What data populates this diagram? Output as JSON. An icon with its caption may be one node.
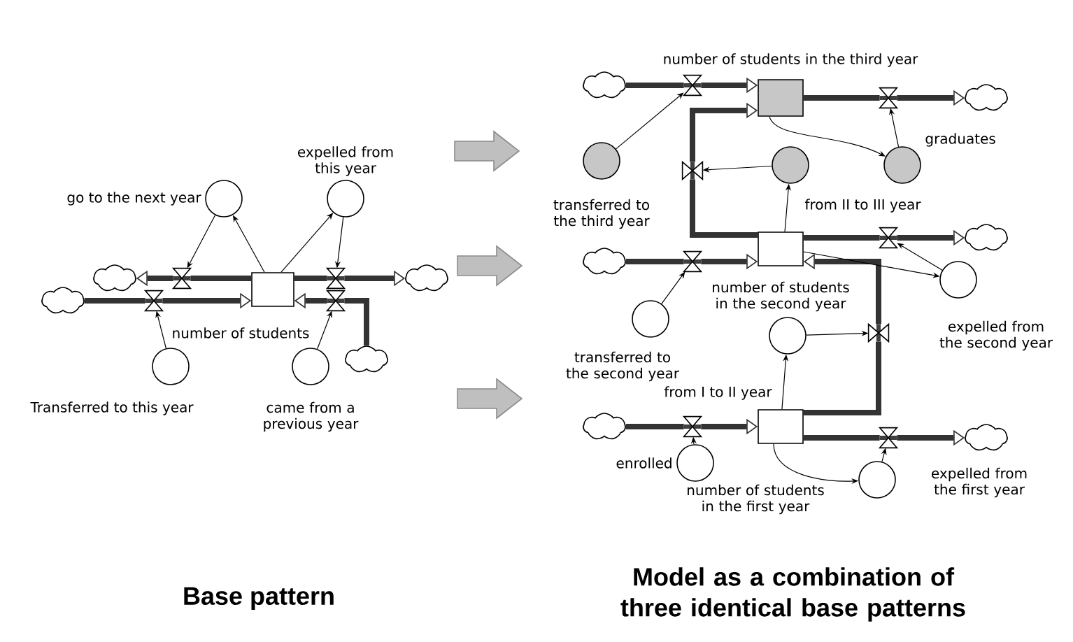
{
  "diagram": {
    "nodes": [
      {
        "text": [
          "number of students"
        ]
      },
      {
        "text": [],
        "shape": "cloud"
      },
      {
        "text": [],
        "shape": "cloud"
      },
      {
        "text": [],
        "shape": "cloud"
      },
      {
        "text": [],
        "shape": "cloud"
      },
      {
        "text": [],
        "shape": "valve"
      },
      {
        "text": [],
        "shape": "valve"
      },
      {
        "text": [],
        "shape": "valve"
      },
      {
        "text": [],
        "shape": "valve"
      },
      {
        "text": [
          "go to the next year"
        ]
      },
      {
        "text": [
          "expelled from this year"
        ]
      },
      {
        "text": [
          "Transferred to this year"
        ]
      },
      {
        "text": [
          "came from a previous year"
        ]
      },
      {
        "text": [
          "number of students in the third year"
        ]
      },
      {
        "text": [
          "number of students in the second year"
        ]
      },
      {
        "text": [
          "number of students in the first year"
        ]
      },
      {
        "text": [],
        "shape": "cloud"
      },
      {
        "text": [],
        "shape": "cloud"
      },
      {
        "text": [],
        "shape": "cloud"
      },
      {
        "text": [],
        "shape": "cloud"
      },
      {
        "text": [],
        "shape": "cloud"
      },
      {
        "text": [],
        "shape": "cloud"
      },
      {
        "text": [],
        "shape": "valve"
      },
      {
        "text": [],
        "shape": "valve"
      },
      {
        "text": [],
        "shape": "valve"
      },
      {
        "text": [],
        "shape": "valve"
      },
      {
        "text": [],
        "shape": "valve"
      },
      {
        "text": [],
        "shape": "valve"
      },
      {
        "text": [],
        "shape": "valve"
      },
      {
        "text": [],
        "shape": "valve"
      },
      {
        "text": [
          "transferred to the third year"
        ]
      },
      {
        "text": [
          "from II to III year"
        ]
      },
      {
        "text": [
          "graduates"
        ]
      },
      {
        "text": [
          "transferred to the second year"
        ]
      },
      {
        "text": [
          "expelled from the second year"
        ]
      },
      {
        "text": [
          "from I to II year"
        ]
      },
      {
        "text": [
          "enrolled"
        ]
      },
      {
        "text": [
          "expelled from the first year"
        ]
      }
    ],
    "edges": [
      {
        "from": 0,
        "to": 5,
        "arrow": "none"
      },
      {
        "from": 5,
        "to": 1,
        "arrow": "to"
      },
      {
        "from": 2,
        "to": 6,
        "arrow": "none"
      },
      {
        "from": 6,
        "to": 0,
        "arrow": "to"
      },
      {
        "from": 0,
        "to": 7,
        "arrow": "none"
      },
      {
        "from": 7,
        "to": 3,
        "arrow": "to"
      },
      {
        "from": 4,
        "to": 8,
        "arrow": "none"
      },
      {
        "from": 8,
        "to": 0,
        "arrow": "to"
      },
      {
        "from": 9,
        "to": 5,
        "arrow": "to"
      },
      {
        "from": 0,
        "to": 9,
        "arrow": "to"
      },
      {
        "from": 0,
        "to": 10,
        "arrow": "to"
      },
      {
        "from": 10,
        "to": 7,
        "arrow": "to"
      },
      {
        "from": 11,
        "to": 6,
        "arrow": "to"
      },
      {
        "from": 12,
        "to": 8,
        "arrow": "to"
      },
      {
        "from": 16,
        "to": 22,
        "arrow": "none"
      },
      {
        "from": 22,
        "to": 13,
        "arrow": "to"
      },
      {
        "from": 14,
        "to": 24,
        "arrow": "none"
      },
      {
        "from": 24,
        "to": 13,
        "arrow": "to"
      },
      {
        "from": 13,
        "to": 23,
        "arrow": "none"
      },
      {
        "from": 23,
        "to": 17,
        "arrow": "to"
      },
      {
        "from": 18,
        "to": 25,
        "arrow": "none"
      },
      {
        "from": 25,
        "to": 14,
        "arrow": "to"
      },
      {
        "from": 14,
        "to": 26,
        "arrow": "none"
      },
      {
        "from": 26,
        "to": 19,
        "arrow": "to"
      },
      {
        "from": 15,
        "to": 27,
        "arrow": "none"
      },
      {
        "from": 27,
        "to": 14,
        "arrow": "to"
      },
      {
        "from": 20,
        "to": 28,
        "arrow": "none"
      },
      {
        "from": 28,
        "to": 15,
        "arrow": "to"
      },
      {
        "from": 15,
        "to": 29,
        "arrow": "none"
      },
      {
        "from": 29,
        "to": 21,
        "arrow": "to"
      },
      {
        "from": 30,
        "to": 22,
        "arrow": "to"
      },
      {
        "from": 31,
        "to": 24,
        "arrow": "to"
      },
      {
        "from": 14,
        "to": 31,
        "arrow": "to"
      },
      {
        "from": 13,
        "to": 32,
        "arrow": "to"
      },
      {
        "from": 32,
        "to": 23,
        "arrow": "to"
      },
      {
        "from": 33,
        "to": 25,
        "arrow": "to"
      },
      {
        "from": 14,
        "to": 34,
        "arrow": "to"
      },
      {
        "from": 34,
        "to": 26,
        "arrow": "to"
      },
      {
        "from": 35,
        "to": 27,
        "arrow": "to"
      },
      {
        "from": 15,
        "to": 35,
        "arrow": "to"
      },
      {
        "from": 15,
        "to": 37,
        "arrow": "to"
      },
      {
        "from": 37,
        "to": 29,
        "arrow": "to"
      },
      {
        "from": 36,
        "to": 28,
        "arrow": "to"
      }
    ],
    "labels": [
      "Base pattern",
      "Model as a combination of three identical base patterns"
    ]
  }
}
